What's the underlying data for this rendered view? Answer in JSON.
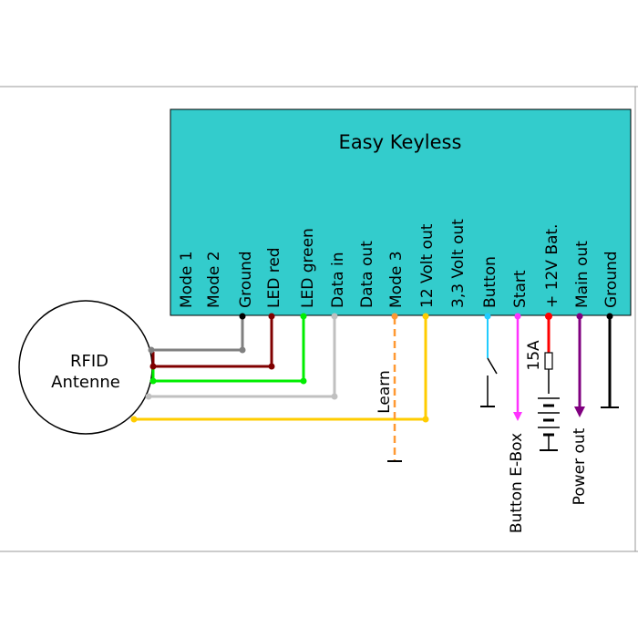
{
  "module": {
    "title": "Easy Keyless",
    "color": "#33cccc",
    "pins": [
      "Mode 1",
      "Mode 2",
      "Ground",
      "LED red",
      "LED green",
      "Data in",
      "Data out",
      "Mode 3",
      "12 Volt out",
      "3,3 Volt out",
      "Button",
      "Start",
      "+ 12V Bat.",
      "Main out",
      "Ground"
    ]
  },
  "antenna": {
    "line1": "RFID",
    "line2": "Antenne"
  },
  "wire_colors": {
    "ground": "#808080",
    "led_red": "#800000",
    "led_green": "#00ee00",
    "data_in": "#c0c0c0",
    "volt12": "#ffcc00",
    "mode3": "#ff9933",
    "button": "#22ccff",
    "start": "#ff33ff",
    "battery": "#ff0000",
    "main_out": "#800080",
    "ground_right": "#000000"
  },
  "labels": {
    "learn": "Learn",
    "fuse": "15A",
    "button_ebox": "Button E-Box",
    "power_out": "Power out"
  }
}
